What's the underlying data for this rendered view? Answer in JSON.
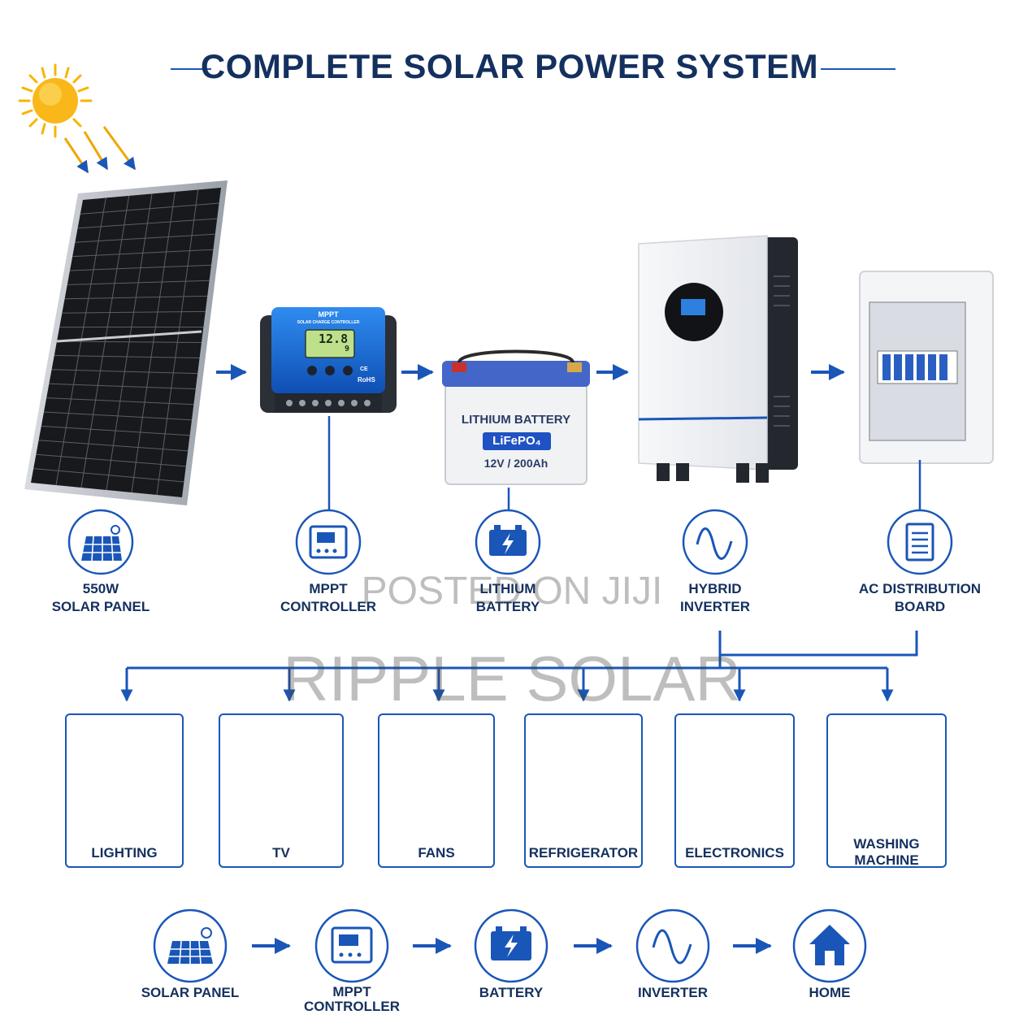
{
  "title": "COMPLETE SOLAR POWER SYSTEM",
  "components": [
    {
      "id": "solar-panel",
      "line1": "550W",
      "line2": "SOLAR PANEL"
    },
    {
      "id": "mppt-controller",
      "line1": "MPPT",
      "line2": "CONTROLLER"
    },
    {
      "id": "lithium-battery",
      "line1": "LITHIUM",
      "line2": "BATTERY"
    },
    {
      "id": "hybrid-inverter",
      "line1": "HYBRID",
      "line2": "INVERTER"
    },
    {
      "id": "ac-distribution-board",
      "line1": "AC DISTRIBUTION",
      "line2": "BOARD"
    }
  ],
  "controller_device": {
    "header": "MPPT",
    "subheader": "SOLAR CHARGE CONTROLLER",
    "lcd": "12.8",
    "lcd_small": "9",
    "rohs": "RoHS",
    "ce": "CE"
  },
  "battery_device": {
    "label": "LITHIUM BATTERY",
    "chemistry": "LiFePO₄",
    "rating": "12V / 200Ah"
  },
  "appliances": [
    {
      "id": "lighting",
      "line1": "LIGHTING",
      "line2": ""
    },
    {
      "id": "tv",
      "line1": "TV",
      "line2": ""
    },
    {
      "id": "fans",
      "line1": "FANS",
      "line2": ""
    },
    {
      "id": "refrigerator",
      "line1": "REFRIGERATOR",
      "line2": ""
    },
    {
      "id": "electronics",
      "line1": "ELECTRONICS",
      "line2": ""
    },
    {
      "id": "washing-machine",
      "line1": "WASHING",
      "line2": "MACHINE"
    }
  ],
  "flow": [
    {
      "id": "solar-panel",
      "line1": "SOLAR PANEL",
      "line2": ""
    },
    {
      "id": "mppt-controller",
      "line1": "MPPT",
      "line2": "CONTROLLER"
    },
    {
      "id": "battery",
      "line1": "BATTERY",
      "line2": ""
    },
    {
      "id": "inverter",
      "line1": "INVERTER",
      "line2": ""
    },
    {
      "id": "home",
      "line1": "HOME",
      "line2": ""
    }
  ],
  "watermarks": {
    "line1": "POSTED ON JIJI",
    "line2": "RIPPLE SOLAR"
  },
  "colors": {
    "navy": "#14305e",
    "blue": "#1a56b8",
    "sun": "#f7b500"
  }
}
